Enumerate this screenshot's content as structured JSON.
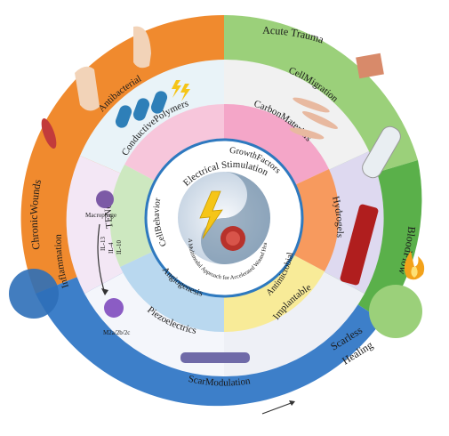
{
  "outer_ring": {
    "chronic_wounds": "ChronicWounds",
    "acute_trauma": "Acute Trauma",
    "blood_flow": "BloodFlow",
    "scarless_healing_line1": "Scarless",
    "scarless_healing_line2": "Healing"
  },
  "middle_ring": {
    "antibacterial": "Antibacterial",
    "cell_migration": "CellMigration",
    "hydrogels": "Hydrogels",
    "scar_modulation": "ScarModulation",
    "inflammation": "Inflammation"
  },
  "inner_ring": {
    "conductive_polymers": "ConductivePolymers",
    "carbon_materials": "CarbonMaterials",
    "hydrogels_inner": "",
    "implantables": "Implantables",
    "piezoelectrics": "Piezoelectrics",
    "tengs": "TENGs"
  },
  "core_ring": {
    "growth_factors": "GrowthFactors",
    "electrical_stimulation": "Electrical Stimulation",
    "cell_behavior": "CellBehavior",
    "antimicrobial": "Antimicrobial",
    "angiogenesis": "Angiogenesis"
  },
  "center": {
    "subtitle": "A Multimodal Approach for Accelerated Wound Healing"
  },
  "inflammation_detail": {
    "macrophage": "Macrophage",
    "il13": "IL-13",
    "il4": "IL-4",
    "il10": "IL-10",
    "m2": "M2a/2b/2c"
  },
  "colors": {
    "chronic": "#f08a2e",
    "acute": "#9bd07a",
    "blood": "#5ab04a",
    "scarless": "#3d7fc9",
    "antibacterial_bg": "#e9f3f8",
    "cellmig_bg": "#f1f1f1",
    "carbon_pink": "#f4a6c8",
    "conductive_pink": "#f7c6db",
    "hydrogel_orange": "#f79a5e",
    "hydrogel_lav": "#ded9f0",
    "implant_yellow": "#f8eb98",
    "piezo_blue": "#b9d8ef",
    "tengs_green": "#cde8c0",
    "inflammation_lav": "#f3e7f5",
    "core_blue": "#2e79bf"
  }
}
